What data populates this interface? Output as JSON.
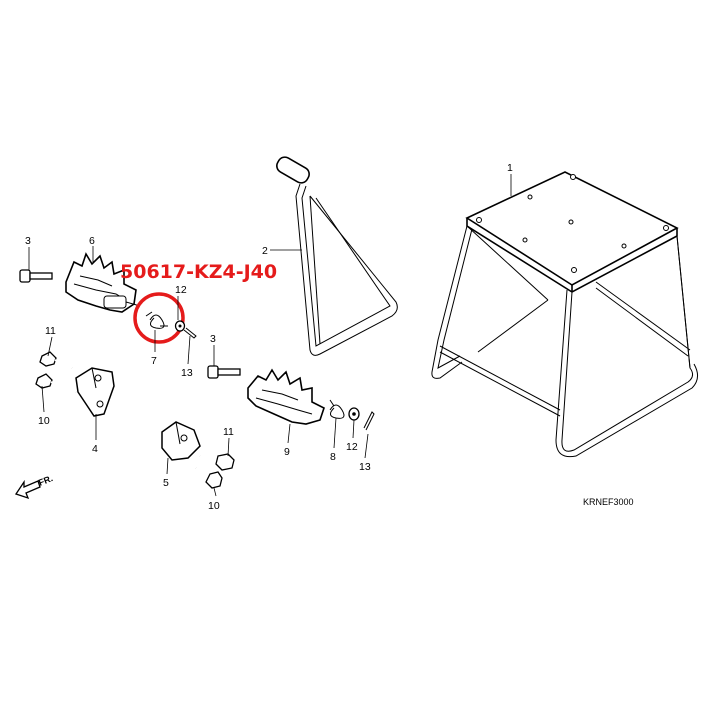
{
  "diagram": {
    "part_number": "50617-KZ4-J40",
    "drawing_code": "KRNEF3000",
    "direction_label": "FR.",
    "highlight_color": "#e51b1b",
    "callouts": {
      "c1": "1",
      "c2": "2",
      "c3a": "3",
      "c3b": "3",
      "c4": "4",
      "c5": "5",
      "c6": "6",
      "c7": "7",
      "c8": "8",
      "c9": "9",
      "c10a": "10",
      "c10b": "10",
      "c11a": "11",
      "c11b": "11",
      "c12a": "12",
      "c12b": "12",
      "c13a": "13",
      "c13b": "13"
    }
  }
}
